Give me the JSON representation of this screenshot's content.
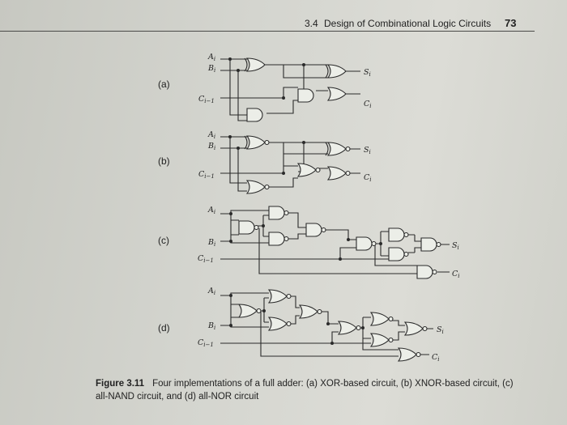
{
  "header": {
    "section": "3.4",
    "title": "Design of Combinational Logic Circuits",
    "page_number": "73"
  },
  "panels": [
    {
      "id": "a",
      "label": "(a)",
      "inputs": [
        "Ai",
        "Bi",
        "Ci-1"
      ],
      "outputs": [
        "Si",
        "Ci"
      ]
    },
    {
      "id": "b",
      "label": "(b)",
      "inputs": [
        "Ai",
        "Bi",
        "Ci-1"
      ],
      "outputs": [
        "Si",
        "Ci"
      ]
    },
    {
      "id": "c",
      "label": "(c)",
      "inputs": [
        "Ai",
        "Bi",
        "Ci-1"
      ],
      "outputs": [
        "Si",
        "Ci"
      ]
    },
    {
      "id": "d",
      "label": "(d)",
      "inputs": [
        "Ai",
        "Bi",
        "Ci-1"
      ],
      "outputs": [
        "Si",
        "Ci"
      ]
    }
  ],
  "caption": {
    "figure": "Figure 3.11",
    "text_1": "Four implementations of a full adder: (a) ",
    "xor": "XOR",
    "text_2": "-based circuit, (b) ",
    "xnor": "XNOR",
    "text_3": "-based circuit, (c) all-",
    "nand": "NAND",
    "text_4": " circuit, and (d) all-",
    "nor": "NOR",
    "text_5": " circuit"
  }
}
